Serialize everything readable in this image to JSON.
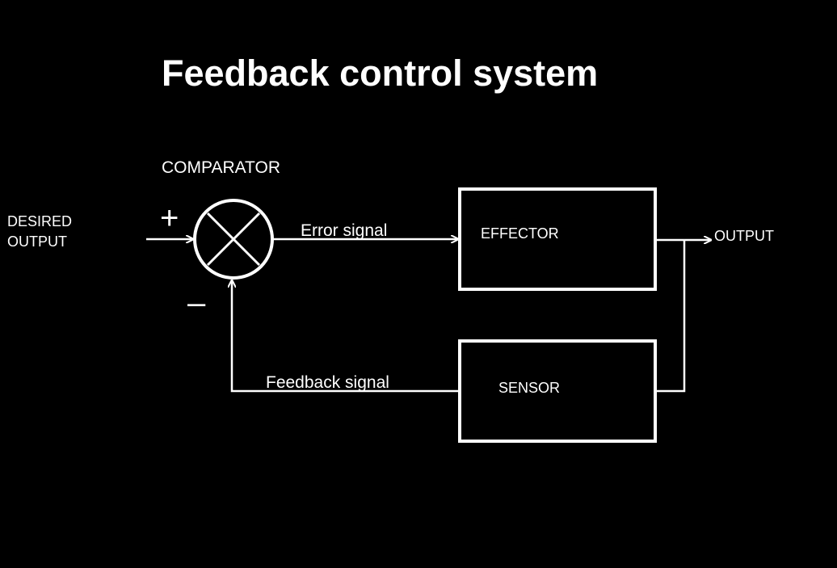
{
  "title": "Feedback control system",
  "labels": {
    "comparator": "COMPARATOR",
    "desired_output_line1": "DESIRED",
    "desired_output_line2": "OUTPUT",
    "plus_sign": "+",
    "minus_sign": "–",
    "error_signal": "Error signal",
    "effector": "EFFECTOR",
    "output": "OUTPUT",
    "feedback_signal": "Feedback signal",
    "sensor": "SENSOR"
  },
  "colors": {
    "background": "#000000",
    "foreground": "#ffffff"
  }
}
